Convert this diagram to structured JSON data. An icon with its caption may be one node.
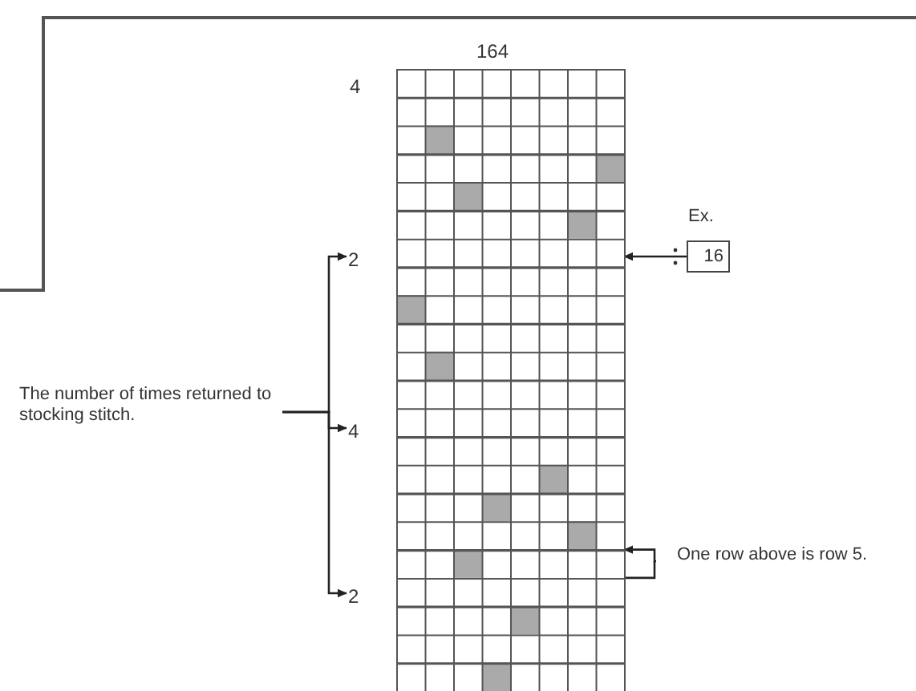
{
  "diagram": {
    "nodes": [
      {
        "text": [
          "164"
        ]
      },
      {
        "text": [
          "2"
        ]
      },
      {
        "text": [
          "4"
        ]
      },
      {
        "text": [
          "2"
        ]
      },
      {
        "text": [
          "The number of times returned to stocking stitch."
        ]
      },
      {
        "text": [
          "16"
        ],
        "beside": [
          "Ex."
        ]
      },
      {
        "text": [
          "One row above is row 5."
        ]
      }
    ],
    "edges": [
      {
        "from": 4,
        "to": 1,
        "arrow": "to"
      },
      {
        "from": 4,
        "to": 2,
        "arrow": "to"
      },
      {
        "from": 4,
        "to": 3,
        "arrow": "to"
      },
      {
        "from": 5,
        "to": 0,
        "arrow": "to"
      },
      {
        "from": 6,
        "to": 0,
        "arrow": "to"
      }
    ],
    "labels": [
      "4"
    ]
  }
}
